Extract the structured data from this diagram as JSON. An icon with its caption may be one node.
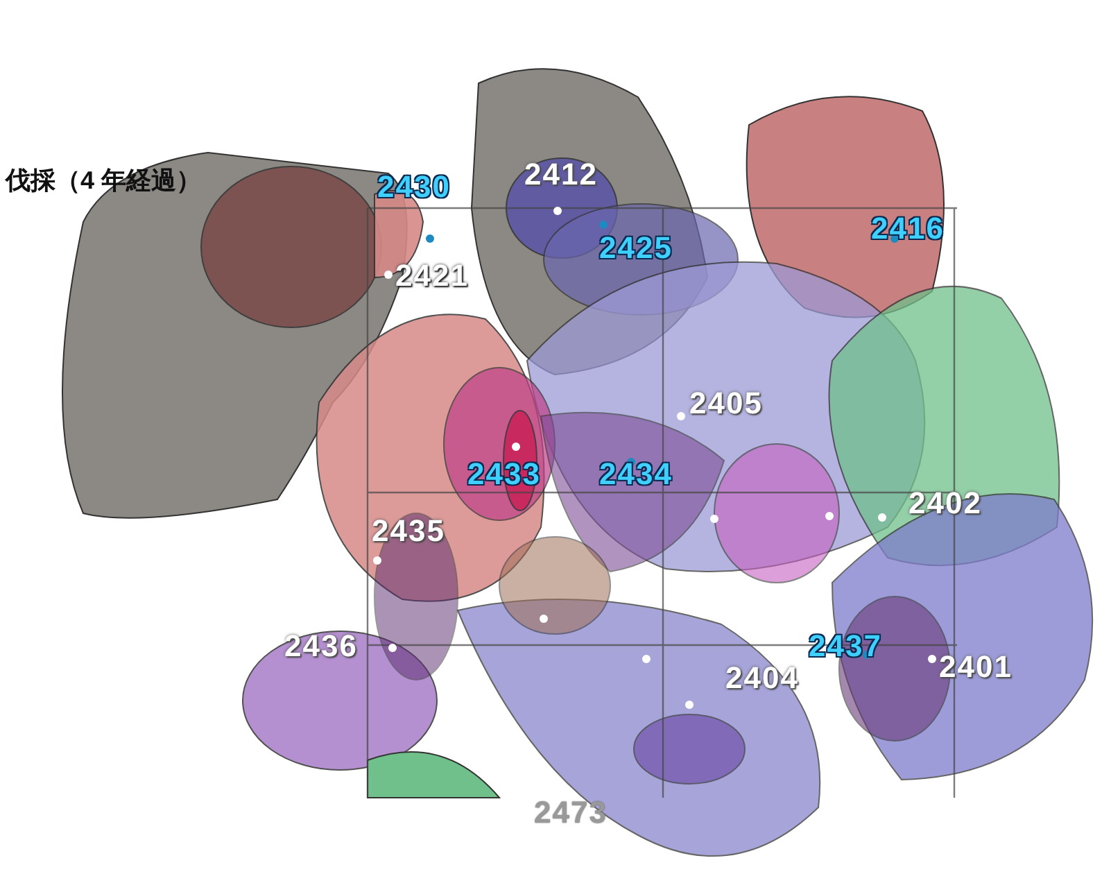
{
  "diagram": {
    "title": "伐採（4 年経過）",
    "labels": [
      "2430",
      "2412",
      "2416",
      "2425",
      "2421",
      "2405",
      "2433",
      "2434",
      "2402",
      "2435",
      "2436",
      "2437",
      "2401",
      "2404",
      "2473"
    ]
  }
}
